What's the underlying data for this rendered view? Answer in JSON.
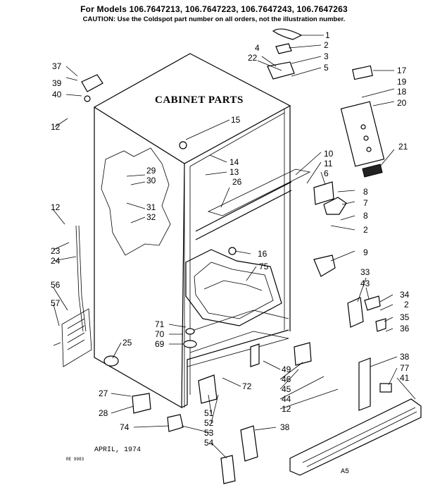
{
  "header": {
    "models": "For Models 106.7647213, 106.7647223, 106.7647243, 106.7647263",
    "caution": "CAUTION: Use the Coldspot part number on all orders, not the illustration number."
  },
  "diagram": {
    "title": "CABINET PARTS",
    "date": "APRIL, 1974",
    "code": "RE 9983",
    "corner_mark": "A5"
  },
  "callouts": {
    "c1": "1",
    "c2": "2",
    "c3": "3",
    "c4": "4",
    "c5": "5",
    "c22": "22",
    "c17": "17",
    "c19": "19",
    "c18": "18",
    "c20": "20",
    "c21": "21",
    "c37": "37",
    "c39": "39",
    "c40": "40",
    "c12a": "12",
    "c15": "15",
    "c14": "14",
    "c13": "13",
    "c26": "26",
    "c10": "10",
    "c11": "11",
    "c6": "6",
    "c8a": "8",
    "c7": "7",
    "c8b": "8",
    "c2b": "2",
    "c29": "29",
    "c30": "30",
    "c31": "31",
    "c32": "32",
    "c12b": "12",
    "c23": "23",
    "c24": "24",
    "c16": "16",
    "c9": "9",
    "c75": "75",
    "c56": "56",
    "c57": "57",
    "c33": "33",
    "c43": "43",
    "c34": "34",
    "c2c": "2",
    "c35": "35",
    "c36": "36",
    "c71": "71",
    "c70": "70",
    "c69": "69",
    "c25": "25",
    "c38a": "38",
    "c77": "77",
    "c41": "41",
    "c49": "49",
    "c46": "46",
    "c45": "45",
    "c44": "44",
    "c12c": "12",
    "c72": "72",
    "c27": "27",
    "c28": "28",
    "c51": "51",
    "c52": "52",
    "c74": "74",
    "c53": "53",
    "c54": "54",
    "c38b": "38"
  }
}
